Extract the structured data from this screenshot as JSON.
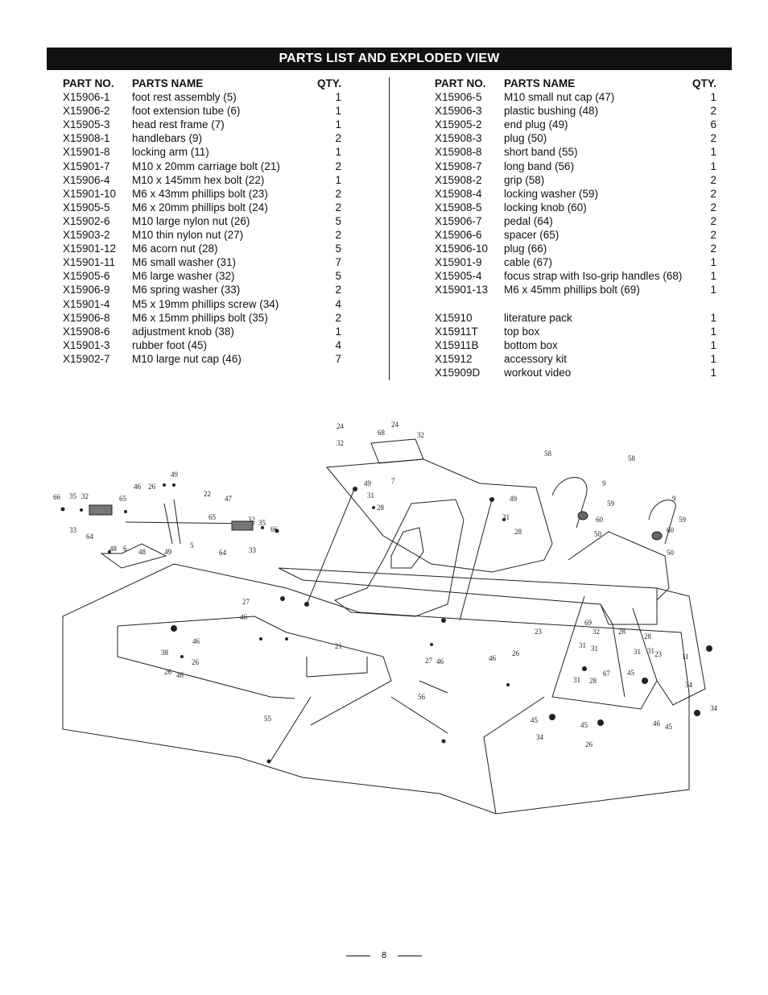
{
  "title": "PARTS LIST AND EXPLODED VIEW",
  "headers": {
    "part_no": "PART NO.",
    "parts_name": "PARTS NAME",
    "qty": "QTY."
  },
  "left_parts": [
    {
      "no": "X15906-1",
      "name": "foot rest assembly (5)",
      "qty": "1"
    },
    {
      "no": "X15906-2",
      "name": "foot extension tube (6)",
      "qty": "1"
    },
    {
      "no": "X15905-3",
      "name": "head rest frame (7)",
      "qty": "1"
    },
    {
      "no": "X15908-1",
      "name": "handlebars (9)",
      "qty": "2"
    },
    {
      "no": "X15901-8",
      "name": "locking arm (11)",
      "qty": "1"
    },
    {
      "no": "X15901-7",
      "name": "M10 x 20mm carriage bolt (21)",
      "qty": "2"
    },
    {
      "no": "X15906-4",
      "name": "M10 x 145mm hex bolt (22)",
      "qty": "1"
    },
    {
      "no": "X15901-10",
      "name": "M6 x 43mm phillips bolt (23)",
      "qty": "2"
    },
    {
      "no": "X15905-5",
      "name": "M6 x 20mm phillips bolt (24)",
      "qty": "2"
    },
    {
      "no": "X15902-6",
      "name": "M10 large nylon nut (26)",
      "qty": "5"
    },
    {
      "no": "X15903-2",
      "name": "M10 thin nylon nut (27)",
      "qty": "2"
    },
    {
      "no": "X15901-12",
      "name": "M6 acorn nut (28)",
      "qty": "5"
    },
    {
      "no": "X15901-11",
      "name": "M6 small washer (31)",
      "qty": "7"
    },
    {
      "no": "X15905-6",
      "name": "M6 large washer (32)",
      "qty": "5"
    },
    {
      "no": "X15906-9",
      "name": "M6 spring washer (33)",
      "qty": "2"
    },
    {
      "no": "X15901-4",
      "name": "M5 x 19mm phillips screw (34)",
      "qty": "4"
    },
    {
      "no": "X15906-8",
      "name": "M6 x 15mm phillips bolt (35)",
      "qty": "2"
    },
    {
      "no": "X15908-6",
      "name": "adjustment knob (38)",
      "qty": "1"
    },
    {
      "no": "X15901-3",
      "name": "rubber foot (45)",
      "qty": "4"
    },
    {
      "no": "X15902-7",
      "name": "M10 large nut cap (46)",
      "qty": "7"
    }
  ],
  "right_parts": [
    {
      "no": "X15906-5",
      "name": "M10 small nut cap (47)",
      "qty": "1"
    },
    {
      "no": "X15906-3",
      "name": "plastic bushing (48)",
      "qty": "2"
    },
    {
      "no": "X15905-2",
      "name": "end plug (49)",
      "qty": "6"
    },
    {
      "no": "X15908-3",
      "name": "plug (50)",
      "qty": "2"
    },
    {
      "no": "X15908-8",
      "name": "short band (55)",
      "qty": "1"
    },
    {
      "no": "X15908-7",
      "name": "long band (56)",
      "qty": "1"
    },
    {
      "no": "X15908-2",
      "name": "grip (58)",
      "qty": "2"
    },
    {
      "no": "X15908-4",
      "name": "locking washer (59)",
      "qty": "2"
    },
    {
      "no": "X15908-5",
      "name": "locking knob (60)",
      "qty": "2"
    },
    {
      "no": "X15906-7",
      "name": "pedal (64)",
      "qty": "2"
    },
    {
      "no": "X15906-6",
      "name": "spacer (65)",
      "qty": "2"
    },
    {
      "no": "X15906-10",
      "name": "plug (66)",
      "qty": "2"
    },
    {
      "no": "X15901-9",
      "name": "cable (67)",
      "qty": "1"
    },
    {
      "no": "X15905-4",
      "name": "focus strap with Iso-grip handles (68)",
      "qty": "1"
    },
    {
      "no": "X15901-13",
      "name": "M6 x 45mm phillips bolt (69)",
      "qty": "1"
    }
  ],
  "extra_parts": [
    {
      "no": "X15910",
      "name": "literature pack",
      "qty": "1"
    },
    {
      "no": "X15911T",
      "name": "top box",
      "qty": "1"
    },
    {
      "no": "X15911B",
      "name": "bottom box",
      "qty": "1"
    },
    {
      "no": "X15912",
      "name": "accessory kit",
      "qty": "1"
    },
    {
      "no": "X15909D",
      "name": "workout video",
      "qty": "1"
    }
  ],
  "diagram_labels": [
    "24",
    "24",
    "68",
    "32",
    "32",
    "7",
    "49",
    "31",
    "28",
    "49",
    "31",
    "28",
    "58",
    "58",
    "9",
    "9",
    "59",
    "59",
    "60",
    "60",
    "50",
    "50",
    "66",
    "35",
    "32",
    "65",
    "46",
    "26",
    "49",
    "22",
    "47",
    "65",
    "32",
    "35",
    "66",
    "33",
    "64",
    "48",
    "6",
    "48",
    "49",
    "5",
    "64",
    "33",
    "27",
    "46",
    "38",
    "46",
    "26",
    "26",
    "46",
    "21",
    "27",
    "46",
    "56",
    "55",
    "23",
    "26",
    "46",
    "69",
    "32",
    "28",
    "31",
    "31",
    "67",
    "31",
    "28",
    "31",
    "28",
    "31",
    "45",
    "23",
    "11",
    "34",
    "34",
    "45",
    "34",
    "45",
    "26",
    "46",
    "45"
  ],
  "page_number": "8"
}
